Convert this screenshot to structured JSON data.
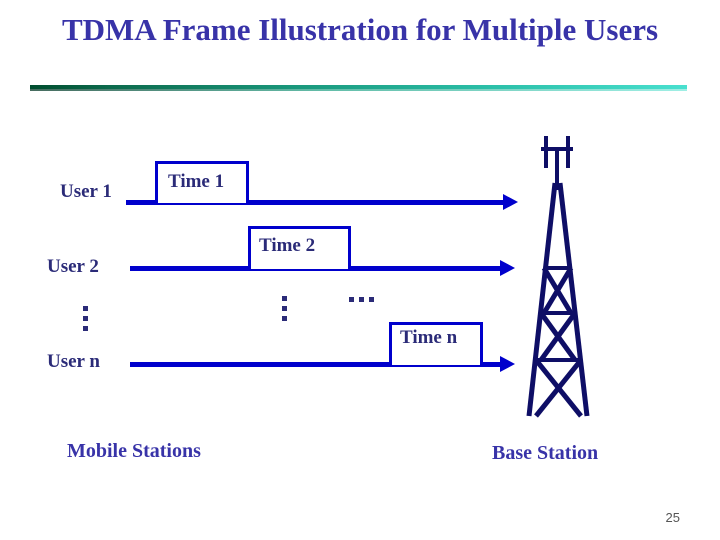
{
  "slide": {
    "title": "TDMA Frame Illustration for Multiple Users",
    "page_number": "25",
    "colors": {
      "title_text": "#3833a8",
      "diagram_text": "#2b2b78",
      "axis": "#0000cc",
      "rule_start": "#004d2e",
      "rule_end": "#49e0cf",
      "background": "#ffffff"
    }
  },
  "diagram": {
    "rows": [
      {
        "user_label": "User 1",
        "slot_label": "Time 1"
      },
      {
        "user_label": "User 2",
        "slot_label": "Time 2"
      },
      {
        "user_label": "User n",
        "slot_label": "Time n"
      }
    ],
    "ellipsis": {
      "users_vertical": "⋮",
      "slots_vertical": "⋮",
      "slots_horizontal": "…"
    },
    "tower_icon": "transmission-tower"
  },
  "captions": {
    "left": "Mobile Stations",
    "right": "Base Station"
  }
}
